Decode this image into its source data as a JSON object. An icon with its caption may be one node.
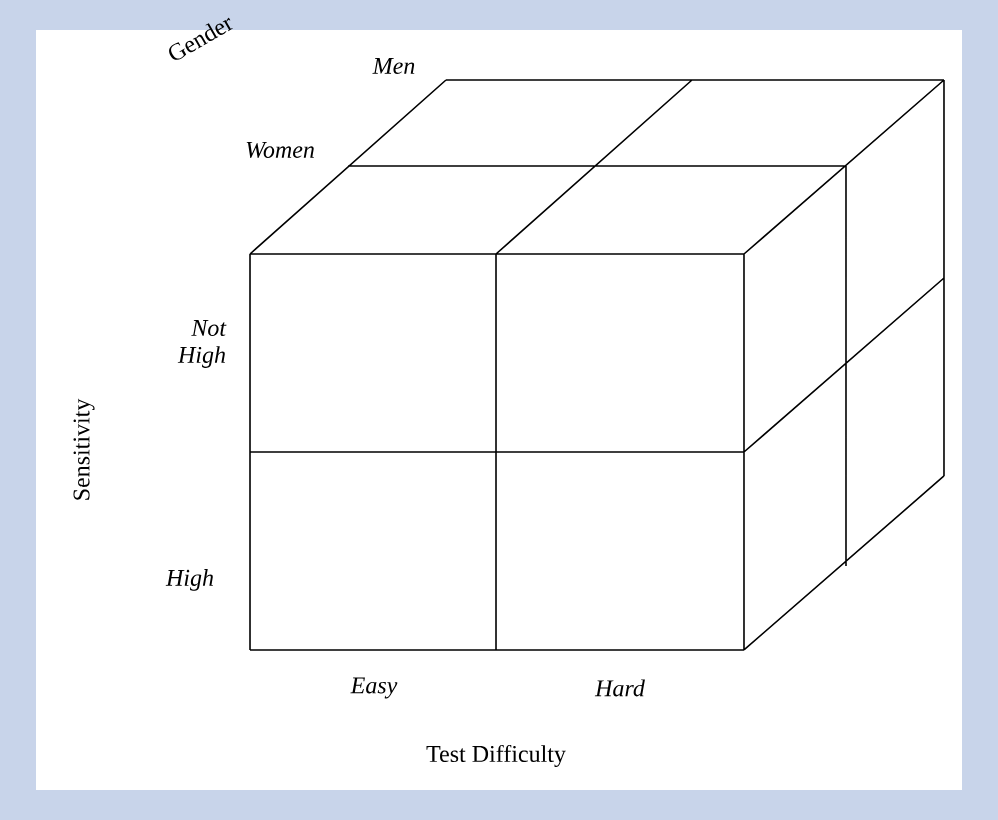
{
  "diagram": {
    "labels": [
      "Gender",
      "Men",
      "Women",
      "Not High",
      "Sensitivity",
      "High",
      "Easy",
      "Hard",
      "Test Difficulty"
    ]
  }
}
